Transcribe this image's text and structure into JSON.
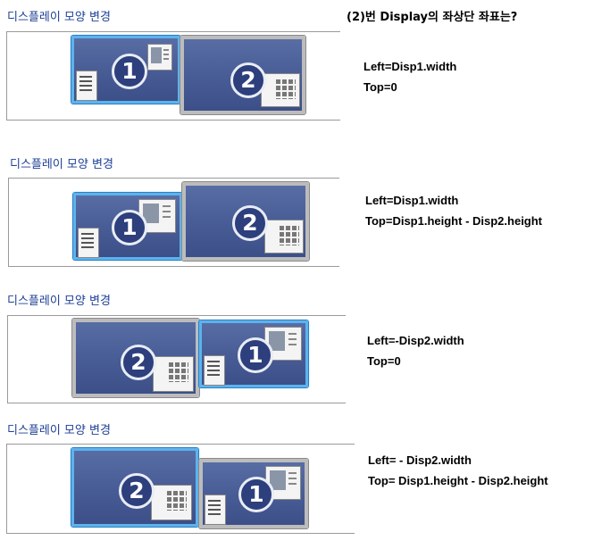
{
  "question": "(2)번 Display의 좌상단 좌표는?",
  "panels": [
    {
      "title": "디스플레이 모양 변경",
      "monitor_left": {
        "number": "1",
        "selected": true
      },
      "monitor_right": {
        "number": "2",
        "selected": false
      },
      "answer": {
        "left": "Left=Disp1.width",
        "top": "Top=0"
      }
    },
    {
      "title": "디스플레이 모양 변경",
      "monitor_left": {
        "number": "1",
        "selected": true
      },
      "monitor_right": {
        "number": "2",
        "selected": false
      },
      "answer": {
        "left": "Left=Disp1.width",
        "top": "Top=Disp1.height - Disp2.height"
      }
    },
    {
      "title": "디스플레이 모양 변경",
      "monitor_left": {
        "number": "2",
        "selected": false
      },
      "monitor_right": {
        "number": "1",
        "selected": true
      },
      "answer": {
        "left": "Left=-Disp2.width",
        "top": "Top=0"
      }
    },
    {
      "title": "디스플레이 모양 변경",
      "monitor_left": {
        "number": "2",
        "selected": true
      },
      "monitor_right": {
        "number": "1",
        "selected": false
      },
      "answer": {
        "left": "Left= - Disp2.width",
        "top": "Top= Disp1.height - Disp2.height"
      }
    }
  ],
  "icons": [
    "window-thumbnail-icon",
    "keypad-window-icon",
    "list-window-icon"
  ],
  "colors": {
    "selected_border": "#5cb3ee",
    "monitor_blue": "#4a5e97",
    "title_blue": "#1c3f95"
  }
}
